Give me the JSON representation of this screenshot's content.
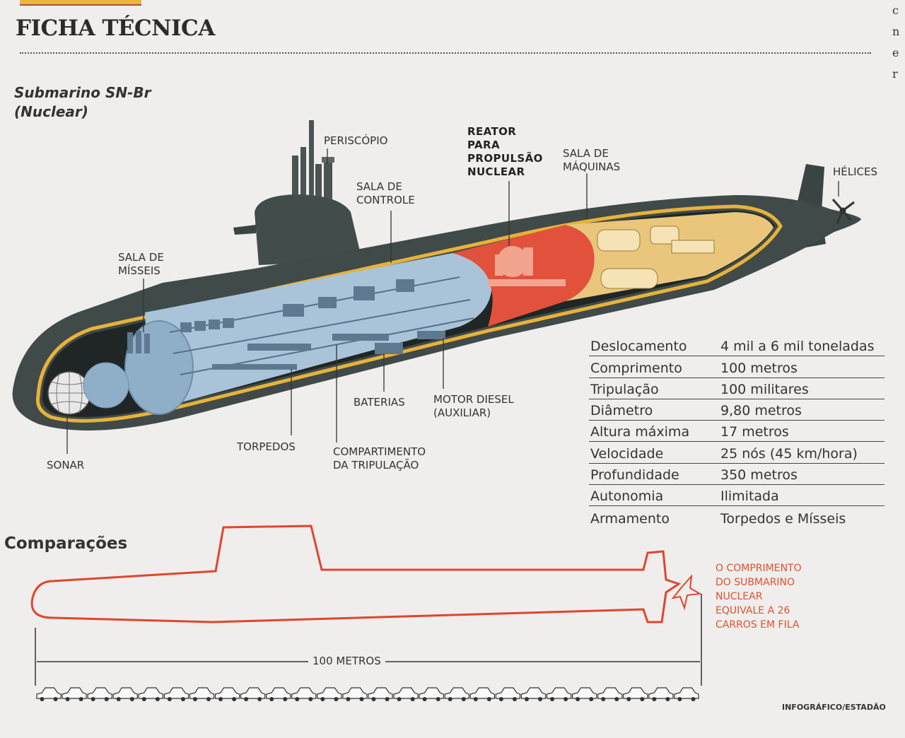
{
  "section_title": "FICHA TÉCNICA",
  "side_column": [
    "c",
    "n",
    "e",
    "r"
  ],
  "subtitle": {
    "line1": "Submarino SN-Br",
    "line2": "(Nuclear)"
  },
  "labels": {
    "periscopio": "PERISCÓPIO",
    "reator": [
      "REATOR",
      "PARA",
      "PROPULSÃO",
      "NUCLEAR"
    ],
    "sala_maquinas": [
      "SALA DE",
      "MÁQUINAS"
    ],
    "helices": "HÉLICES",
    "sala_controle": [
      "SALA DE",
      "CONTROLE"
    ],
    "sala_misseis": [
      "SALA DE",
      "MÍSSEIS"
    ],
    "baterias": "BATERIAS",
    "motor_diesel": [
      "MOTOR DIESEL",
      "(AUXILIAR)"
    ],
    "torpedos": "TORPEDOS",
    "compartimento": [
      "COMPARTIMENTO",
      "DA TRIPULAÇÃO"
    ],
    "sonar": "SONAR"
  },
  "specs": [
    {
      "label": "Deslocamento",
      "value": "4 mil a 6 mil toneladas"
    },
    {
      "label": "Comprimento",
      "value": "100 metros"
    },
    {
      "label": "Tripulação",
      "value": "100 militares"
    },
    {
      "label": "Diâmetro",
      "value": "9,80 metros"
    },
    {
      "label": "Altura máxima",
      "value": "17 metros"
    },
    {
      "label": "Velocidade",
      "value": "25 nós (45 km/hora)"
    },
    {
      "label": "Profundidade",
      "value": "350 metros"
    },
    {
      "label": "Autonomia",
      "value": "Ilimitada"
    },
    {
      "label": "Armamento",
      "value": "Torpedos e Mísseis"
    }
  ],
  "comparison": {
    "title": "Comparações",
    "note": [
      "O COMPRIMENTO",
      "DO SUBMARINO",
      "NUCLEAR",
      " EQUIVALE A 26",
      "CARROS EM FILA"
    ],
    "scale_label": "100 METROS",
    "car_count": 26
  },
  "credit": "INFOGRÁFICO/ESTADÃO",
  "colors": {
    "hull": "#3f4a49",
    "outline": "#e7b23a",
    "crew_section": "#a9c3d9",
    "reactor": "#e2513b",
    "engine_room": "#e9c67c",
    "comparison_outline": "#e0452f"
  }
}
